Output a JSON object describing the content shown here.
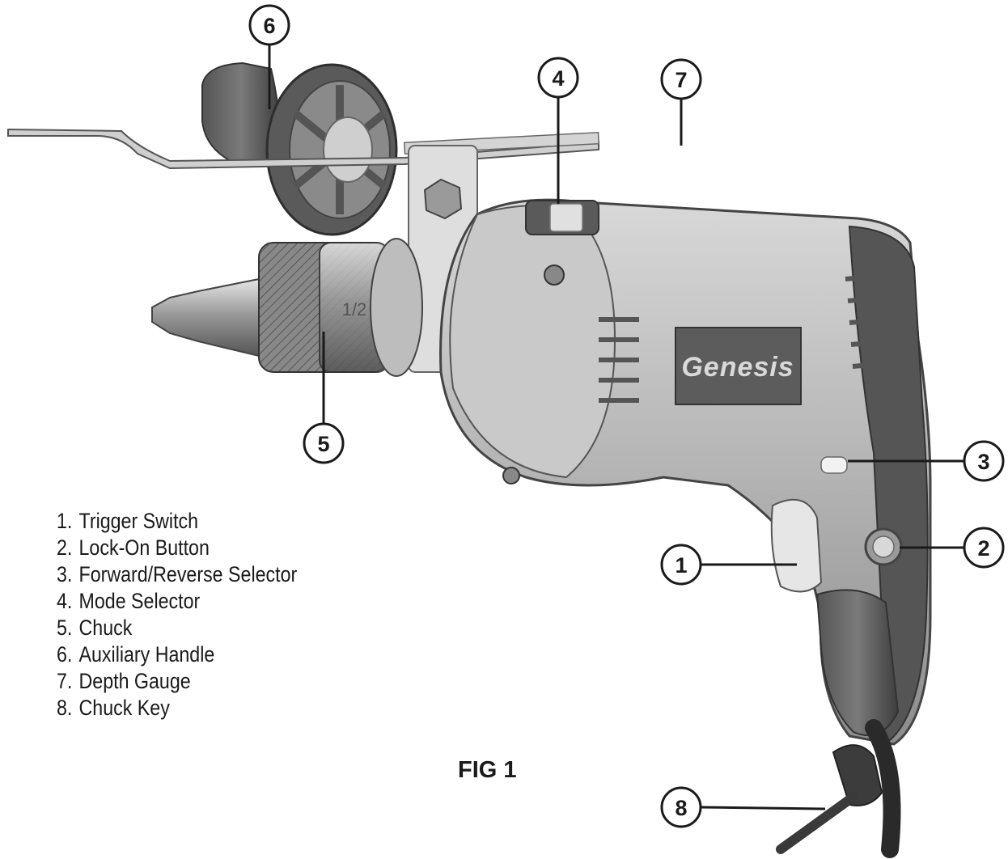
{
  "brand": "Genesis",
  "chuck_marking": "1/2",
  "figure_label": "FIG 1",
  "callouts": [
    {
      "number": "1"
    },
    {
      "number": "2"
    },
    {
      "number": "3"
    },
    {
      "number": "4"
    },
    {
      "number": "5"
    },
    {
      "number": "6"
    },
    {
      "number": "7"
    },
    {
      "number": "8"
    }
  ],
  "legend": [
    {
      "number": "1.",
      "label": "Trigger Switch"
    },
    {
      "number": "2.",
      "label": "Lock-On Button"
    },
    {
      "number": "3.",
      "label": "Forward/Reverse Selector"
    },
    {
      "number": "4.",
      "label": "Mode Selector"
    },
    {
      "number": "5.",
      "label": "Chuck"
    },
    {
      "number": "6.",
      "label": "Auxiliary Handle"
    },
    {
      "number": "7.",
      "label": "Depth Gauge"
    },
    {
      "number": "8.",
      "label": "Chuck Key"
    }
  ]
}
